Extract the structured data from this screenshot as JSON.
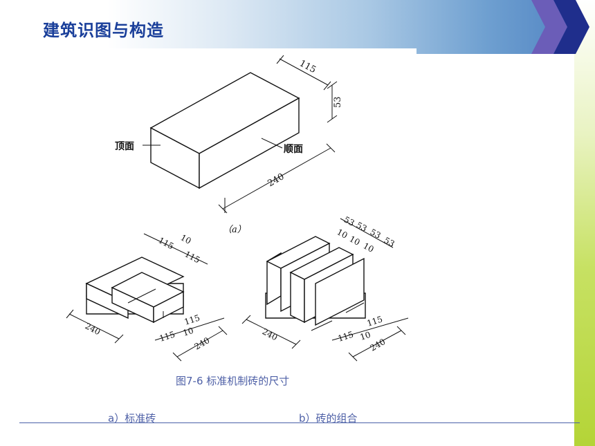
{
  "header": {
    "title": "建筑识图与构造"
  },
  "figure_a": {
    "labels": {
      "top_face": "顶面",
      "stretcher_face": "顺面",
      "sub": "（a）"
    },
    "dims": {
      "width": "115",
      "height": "53",
      "length": "240"
    }
  },
  "figure_left": {
    "dims": {
      "top_gap": "10",
      "top_a": "115",
      "top_b": "115",
      "len": "240",
      "side_a": "115",
      "side_b": "115",
      "side_gap": "10",
      "side_len": "240"
    }
  },
  "figure_right": {
    "dims": {
      "t1": "53",
      "t2": "53",
      "t3": "53",
      "t4": "53",
      "g1": "10",
      "g2": "10",
      "g3": "10",
      "len": "240",
      "side_a": "115",
      "side_b": "115",
      "side_gap": "10",
      "side_len": "240"
    }
  },
  "caption": "图7-6 标准机制砖的尺寸",
  "subcaptions": {
    "a": "a）标准砖",
    "b": "b）砖的组合"
  },
  "colors": {
    "title": "#1a3f9a",
    "caption": "#4d5fa6",
    "chevron_dark": "#1f2e8c",
    "chevron_mid": "#6b5db8"
  }
}
